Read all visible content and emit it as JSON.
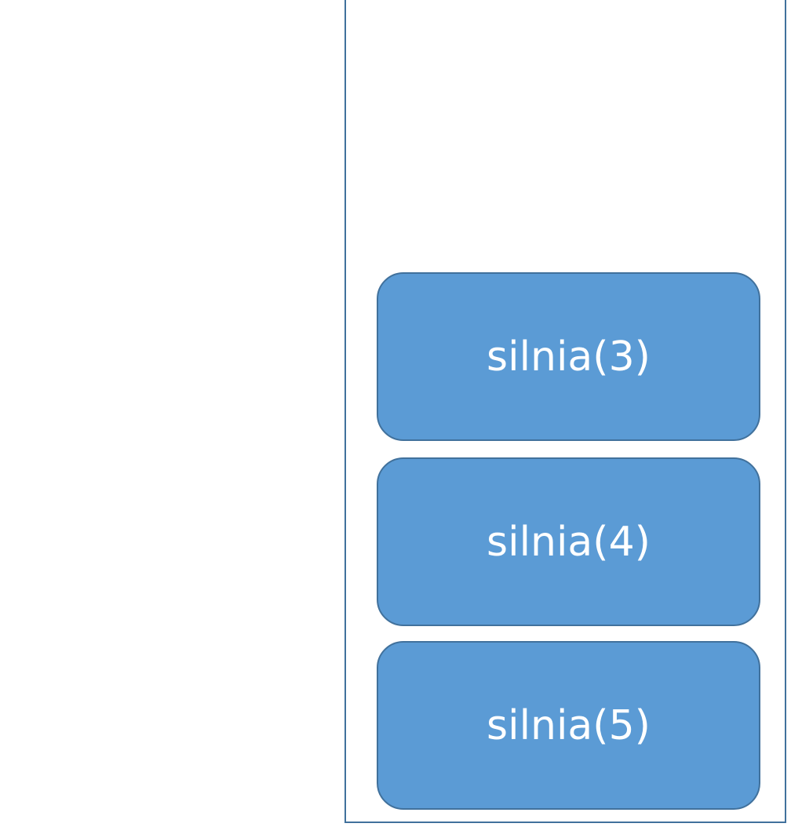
{
  "stack": {
    "frames": [
      {
        "label": "silnia(3)"
      },
      {
        "label": "silnia(4)"
      },
      {
        "label": "silnia(5)"
      }
    ]
  },
  "colors": {
    "frame_fill": "#5B9BD5",
    "frame_border": "#41719C",
    "container_border": "#41719C",
    "label_text": "#FFFFFF"
  }
}
